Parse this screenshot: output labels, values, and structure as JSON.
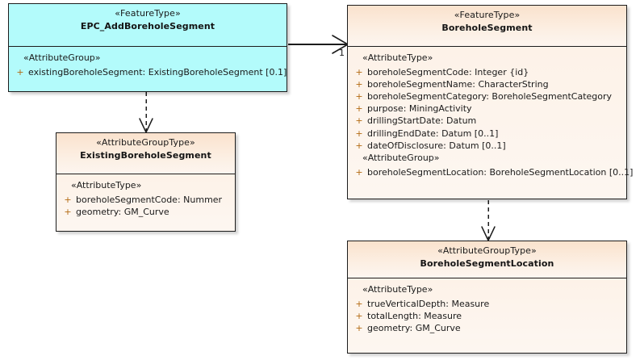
{
  "diagram": {
    "type": "uml-class-diagram",
    "title": "BoreholeSegment UML class diagram",
    "colors": {
      "feature_type_fill_cyan": "#b3fbfb",
      "feature_type_fill_tan": "#fdf0e4",
      "border": "#1c1c1c",
      "visibility_marker": "#b36a12",
      "background": "#ffffff"
    }
  },
  "classes": [
    {
      "id": "epc-add-borehole-segment",
      "stereotype": "«FeatureType»",
      "name": "EPC_AddBoreholeSegment",
      "fill": "cyan",
      "compartments": [
        {
          "group": "«AttributeGroup»",
          "attributes": [
            {
              "visibility": "+",
              "text": "existingBoreholeSegment: ExistingBoreholeSegment [0.1]"
            }
          ]
        }
      ]
    },
    {
      "id": "borehole-segment",
      "stereotype": "«FeatureType»",
      "name": "BoreholeSegment",
      "fill": "tan",
      "compartments": [
        {
          "group": "«AttributeType»",
          "attributes": [
            {
              "visibility": "+",
              "text": "boreholeSegmentCode: Integer {id}"
            },
            {
              "visibility": "+",
              "text": "boreholeSegmentName: CharacterString"
            },
            {
              "visibility": "+",
              "text": "boreholeSegmentCategory: BoreholeSegmentCategory"
            },
            {
              "visibility": "+",
              "text": "purpose: MiningActivity"
            },
            {
              "visibility": "+",
              "text": "drillingStartDate: Datum"
            },
            {
              "visibility": "+",
              "text": "drillingEndDate: Datum [0..1]"
            },
            {
              "visibility": "+",
              "text": "dateOfDisclosure: Datum [0..1]"
            }
          ]
        },
        {
          "group": "«AttributeGroup»",
          "attributes": [
            {
              "visibility": "+",
              "text": "boreholeSegmentLocation: BoreholeSegmentLocation [0..1]"
            }
          ]
        }
      ]
    },
    {
      "id": "existing-borehole-segment",
      "stereotype": "«AttributeGroupType»",
      "name": "ExistingBoreholeSegment",
      "fill": "tan",
      "compartments": [
        {
          "group": "«AttributeType»",
          "attributes": [
            {
              "visibility": "+",
              "text": "boreholeSegmentCode: Nummer"
            },
            {
              "visibility": "+",
              "text": "geometry: GM_Curve"
            }
          ]
        }
      ]
    },
    {
      "id": "borehole-segment-location",
      "stereotype": "«AttributeGroupType»",
      "name": "BoreholeSegmentLocation",
      "fill": "tan",
      "compartments": [
        {
          "group": "«AttributeType»",
          "attributes": [
            {
              "visibility": "+",
              "text": "trueVerticalDepth: Measure"
            },
            {
              "visibility": "+",
              "text": "totalLength: Measure"
            },
            {
              "visibility": "+",
              "text": "geometry: GM_Curve"
            }
          ]
        }
      ]
    }
  ],
  "connectors": [
    {
      "id": "association-epc-to-boreholesegment",
      "kind": "association",
      "style": "solid",
      "arrowhead": "open",
      "from": "epc-add-borehole-segment",
      "to": "borehole-segment",
      "target_multiplicity": "1"
    },
    {
      "id": "dependency-epc-to-existing",
      "kind": "dependency",
      "style": "dashed",
      "arrowhead": "open",
      "from": "epc-add-borehole-segment",
      "to": "existing-borehole-segment",
      "target_multiplicity": ""
    },
    {
      "id": "dependency-boreholesegment-to-location",
      "kind": "dependency",
      "style": "dashed",
      "arrowhead": "open",
      "from": "borehole-segment",
      "to": "borehole-segment-location",
      "target_multiplicity": ""
    }
  ]
}
